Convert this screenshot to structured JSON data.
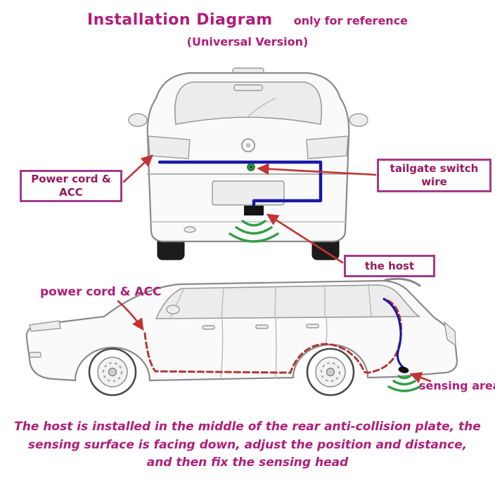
{
  "header": {
    "title": "Installation Diagram",
    "note": "only for reference",
    "subtitle": "(Universal Version)"
  },
  "rear_view": {
    "label_power": "Power cord & ACC",
    "label_tailgate": "tailgate switch wire",
    "label_host": "the host"
  },
  "side_view": {
    "label_power": "power cord & ACC",
    "label_sensing": "sensing area"
  },
  "footer": {
    "text": "The host is installed in the middle of the rear anti-collision plate, the sensing surface is facing down, adjust the position and distance, and then fix the sensing head"
  },
  "icons": {
    "sensing_waves": "concentric-green-arcs",
    "host_unit": "black-rectangle-box",
    "sensing_head": "black-oval-sensor",
    "tailgate_switch_connector": "green-dot",
    "pointer_arrows": "red-arrow"
  },
  "colors": {
    "accent": "#b01d78",
    "label_text": "#97185e",
    "box_border": "#a23a8a",
    "arrow_red": "#c23333",
    "cable_red": "#b23636",
    "wire_blue": "#1818a8",
    "waves_green": "#2f9e44",
    "car_line": "#8a8a8a"
  }
}
